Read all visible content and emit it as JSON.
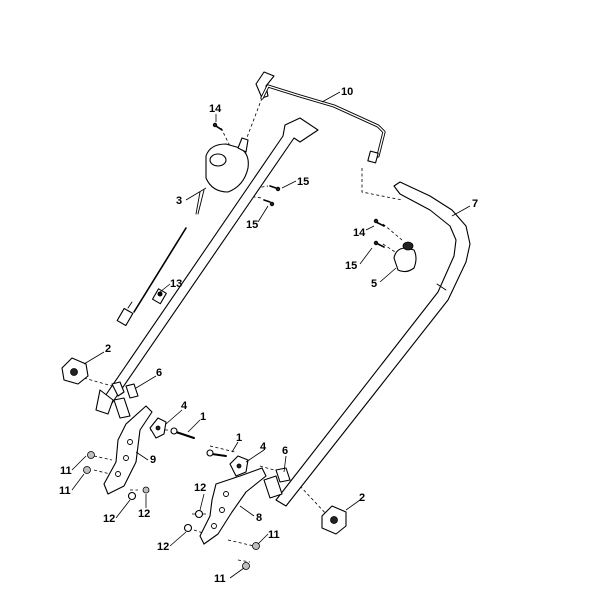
{
  "callouts": [
    {
      "id": "c10",
      "text": "10",
      "name": "callout-10-handle-bar-wire"
    },
    {
      "id": "c14a",
      "text": "14",
      "name": "callout-14-screw-left"
    },
    {
      "id": "c15a",
      "text": "15",
      "name": "callout-15-screw-upper"
    },
    {
      "id": "c15b",
      "text": "15",
      "name": "callout-15-screw-lower"
    },
    {
      "id": "c3",
      "text": "3",
      "name": "callout-3-control-lever"
    },
    {
      "id": "c7",
      "text": "7",
      "name": "callout-7-right-handle-tube"
    },
    {
      "id": "c14b",
      "text": "14",
      "name": "callout-14-screw-right"
    },
    {
      "id": "c15c",
      "text": "15",
      "name": "callout-15-screw-right"
    },
    {
      "id": "c5",
      "text": "5",
      "name": "callout-5-cable-clip"
    },
    {
      "id": "c13",
      "text": "13",
      "name": "callout-13-cable-adjuster"
    },
    {
      "id": "c2a",
      "text": "2",
      "name": "callout-2-knob-left"
    },
    {
      "id": "c6a",
      "text": "6",
      "name": "callout-6-spacer-left"
    },
    {
      "id": "c4a",
      "text": "4",
      "name": "callout-4-clamp-left"
    },
    {
      "id": "c1a",
      "text": "1",
      "name": "callout-1-bolt-left"
    },
    {
      "id": "c9",
      "text": "9",
      "name": "callout-9-bracket-left"
    },
    {
      "id": "c11a",
      "text": "11",
      "name": "callout-11-nut-left-upper"
    },
    {
      "id": "c11b",
      "text": "11",
      "name": "callout-11-nut-left-lower"
    },
    {
      "id": "c12a",
      "text": "12",
      "name": "callout-12-washer-left-a"
    },
    {
      "id": "c12b",
      "text": "12",
      "name": "callout-12-washer-left-b"
    },
    {
      "id": "c1b",
      "text": "1",
      "name": "callout-1-bolt-right"
    },
    {
      "id": "c4b",
      "text": "4",
      "name": "callout-4-clamp-right"
    },
    {
      "id": "c6b",
      "text": "6",
      "name": "callout-6-spacer-right"
    },
    {
      "id": "c12c",
      "text": "12",
      "name": "callout-12-washer-right-upper"
    },
    {
      "id": "c8",
      "text": "8",
      "name": "callout-8-bracket-right"
    },
    {
      "id": "c2b",
      "text": "2",
      "name": "callout-2-knob-right"
    },
    {
      "id": "c12d",
      "text": "12",
      "name": "callout-12-washer-right-lower"
    },
    {
      "id": "c11c",
      "text": "11",
      "name": "callout-11-nut-right-upper"
    },
    {
      "id": "c11d",
      "text": "11",
      "name": "callout-11-nut-right-lower"
    }
  ]
}
